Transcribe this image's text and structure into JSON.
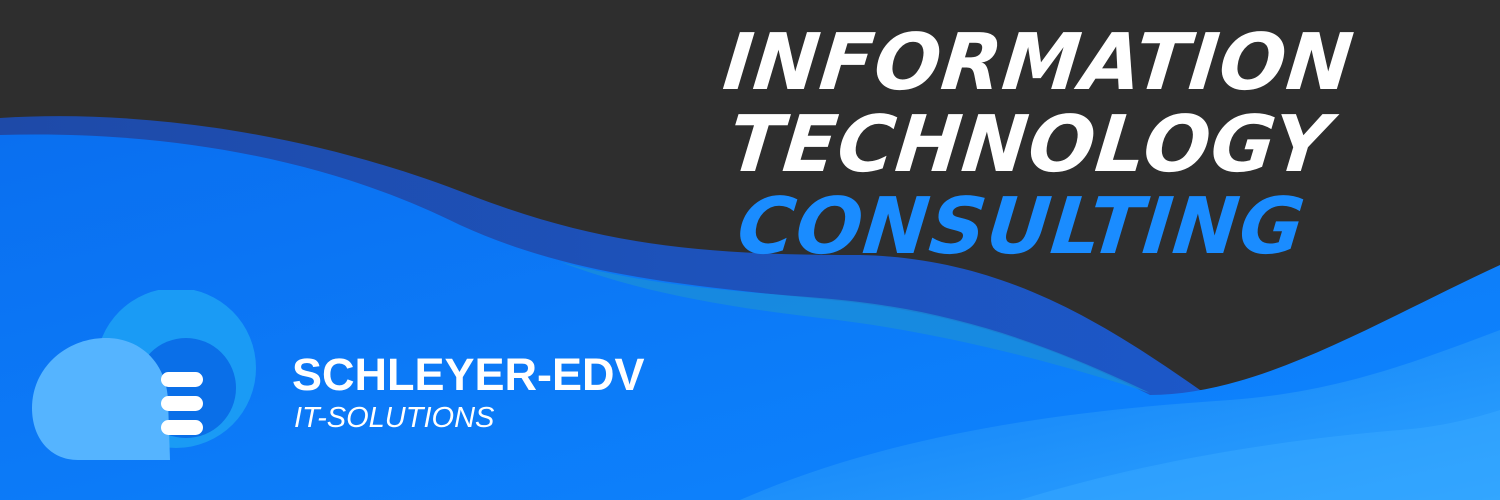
{
  "headline": {
    "line1": "INFORMATION",
    "line2": "TECHNOLOGY",
    "line3": "CONSULTING"
  },
  "brand": {
    "name": "SCHLEYER-EDV",
    "tagline": "IT-SOLUTIONS"
  },
  "colors": {
    "background": "#2e2e2e",
    "accent_blue": "#1a8cff",
    "headline_white": "#ffffff",
    "headline_blue": "#1a8cff",
    "wave_deep": "#0a5fd8",
    "wave_main": "#0d7cf2",
    "wave_light": "#1e9bff"
  },
  "icons": {
    "logo": "cloud-server-icon"
  }
}
